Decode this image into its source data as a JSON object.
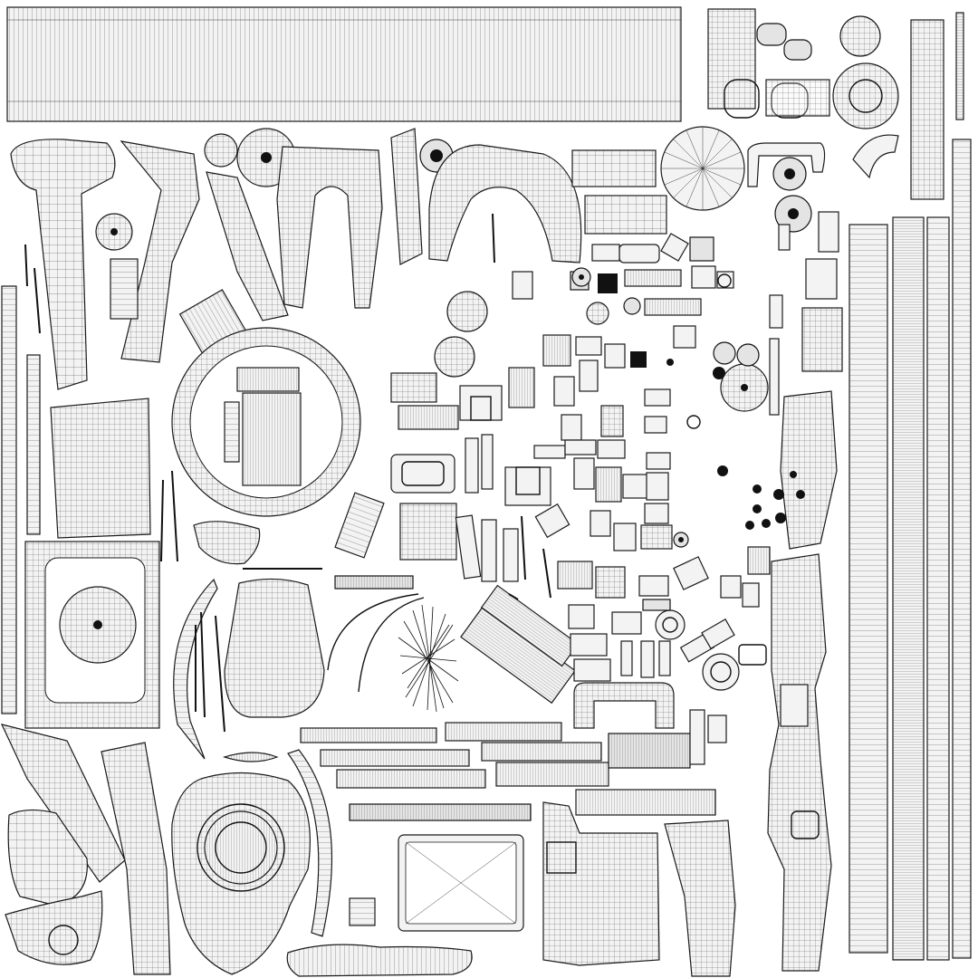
{
  "sheet": {
    "background": "#ffffff",
    "line_color": "#1a1a1a",
    "island_fill": "#f3f3f3"
  },
  "islands": [
    "top-strip-panel",
    "body-panel-left",
    "rib-panel-left",
    "radial-disc",
    "arch-panel",
    "ring-panel",
    "grid-panel-left",
    "bezel-panel",
    "vase-panel",
    "crossed-wireframe",
    "handle-part",
    "lens-panel",
    "tray-panel",
    "chassis-panel-right",
    "vertical-strips-right",
    "small-parts-cluster"
  ]
}
